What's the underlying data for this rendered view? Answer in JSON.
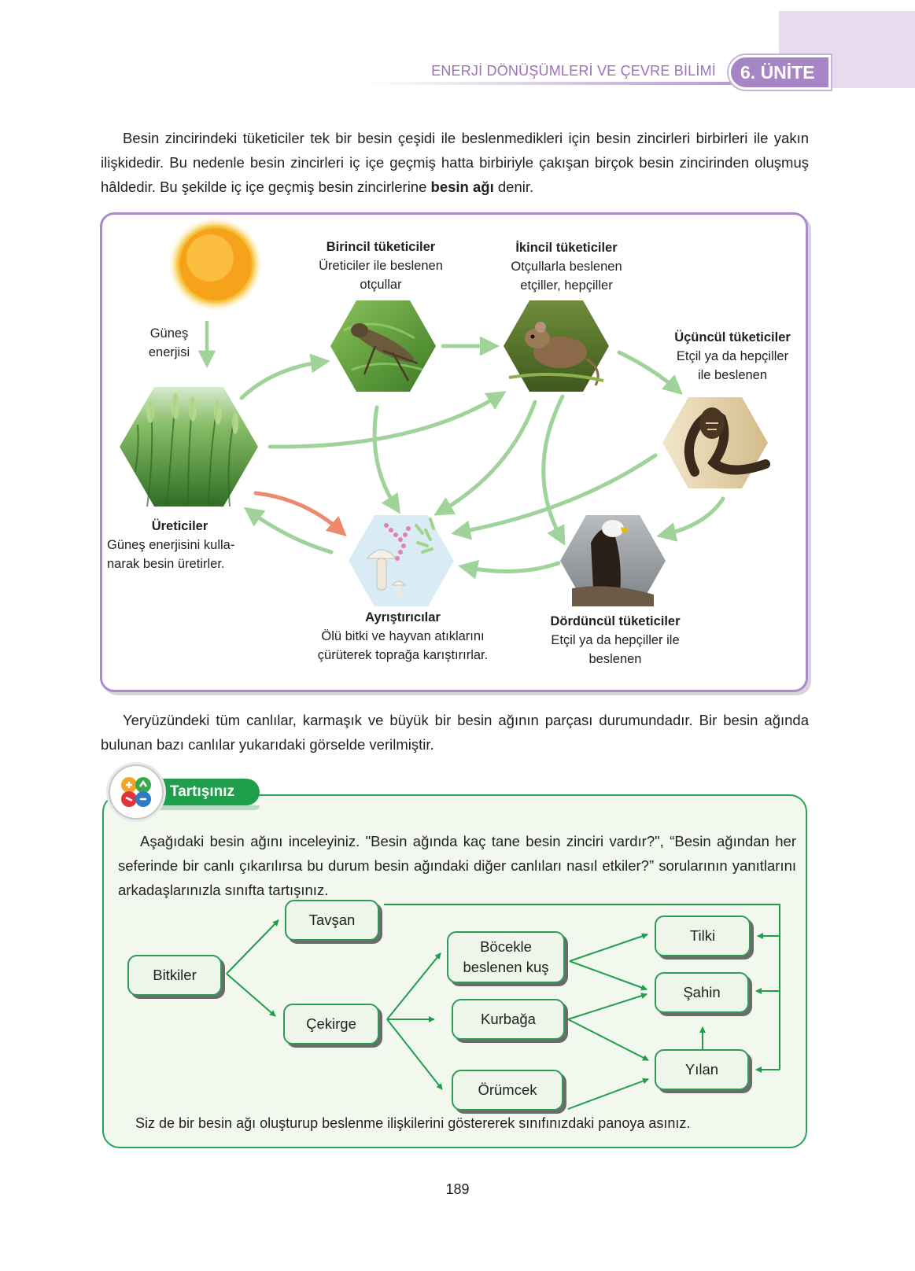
{
  "header": {
    "section_title": "ENERJİ DÖNÜŞÜMLERİ VE ÇEVRE BİLİMİ",
    "unit_label": "6. ÜNİTE"
  },
  "intro": {
    "text_before_bold": "Besin zincirindeki tüketiciler tek bir besin çeşidi ile beslenmedikleri için besin zincirleri birbirleri ile yakın ilişkidedir. Bu nedenle besin zincirleri iç içe geçmiş hatta birbiriyle çakışan birçok besin zincirinden oluşmuş hâldedir. Bu şekilde iç içe geçmiş besin zincirlerine ",
    "bold_term": "besin ağı",
    "text_after_bold": " denir."
  },
  "food_web": {
    "sun": {
      "label_line1": "Güneş",
      "label_line2": "enerjisi"
    },
    "producers": {
      "title": "Üreticiler",
      "desc_line1": "Güneş enerjisini kulla-",
      "desc_line2": "narak besin üretirler."
    },
    "primary": {
      "title": "Birincil tüketiciler",
      "desc_line1": "Üreticiler ile beslenen",
      "desc_line2": "otçullar"
    },
    "secondary": {
      "title": "İkincil tüketiciler",
      "desc_line1": "Otçullarla beslenen",
      "desc_line2": "etçiller, hepçiller"
    },
    "tertiary": {
      "title": "Üçüncül tüketiciler",
      "desc_line1": "Etçil ya da hepçiller",
      "desc_line2": "ile beslenen"
    },
    "quaternary": {
      "title": "Dördüncül tüketiciler",
      "desc_line1": "Etçil ya da hepçiller ile",
      "desc_line2": "beslenen"
    },
    "decomposers": {
      "title": "Ayrıştırıcılar",
      "desc_line1": "Ölü bitki ve hayvan atıklarını",
      "desc_line2": "çürüterek toprağa karıştırırlar."
    },
    "colors": {
      "arrow": "#9fd39a",
      "arrow_highlight": "#ee8a6c",
      "frame": "#ab8ac8"
    }
  },
  "middle": {
    "text": "Yeryüzündeki tüm canlılar, karmaşık ve büyük bir besin ağının parçası durumundadır. Bir besin ağın­da bulunan bazı canlılar yukarıdaki görselde verilmiştir."
  },
  "discussion": {
    "tab_label": "Tartışınız",
    "text": "Aşağıdaki besin ağını inceleyiniz. \"Besin ağında kaç tane besin zinciri vardır?\", “Besin ağından her seferinde bir canlı çıkarılırsa bu durum besin ağındaki diğer canlıları nasıl etkiler?” sorularının yanıtlarını arkadaşlarınızla sınıfta tartışınız.",
    "nodes": {
      "bitkiler": "Bitkiler",
      "tavsan": "Tavşan",
      "cekirge": "Çekirge",
      "bocekle_line1": "Böcekle",
      "bocekle_line2": "beslenen kuş",
      "kurbaga": "Kurbağa",
      "orumcek": "Örümcek",
      "tilki": "Tilki",
      "sahin": "Şahin",
      "yilan": "Yılan"
    },
    "footer": "Siz de bir besin ağı oluşturup beslenme ilişkilerini göstererek sınıfınızdaki panoya asınız.",
    "colors": {
      "accent": "#1f9f4c"
    }
  },
  "page_number": "189"
}
